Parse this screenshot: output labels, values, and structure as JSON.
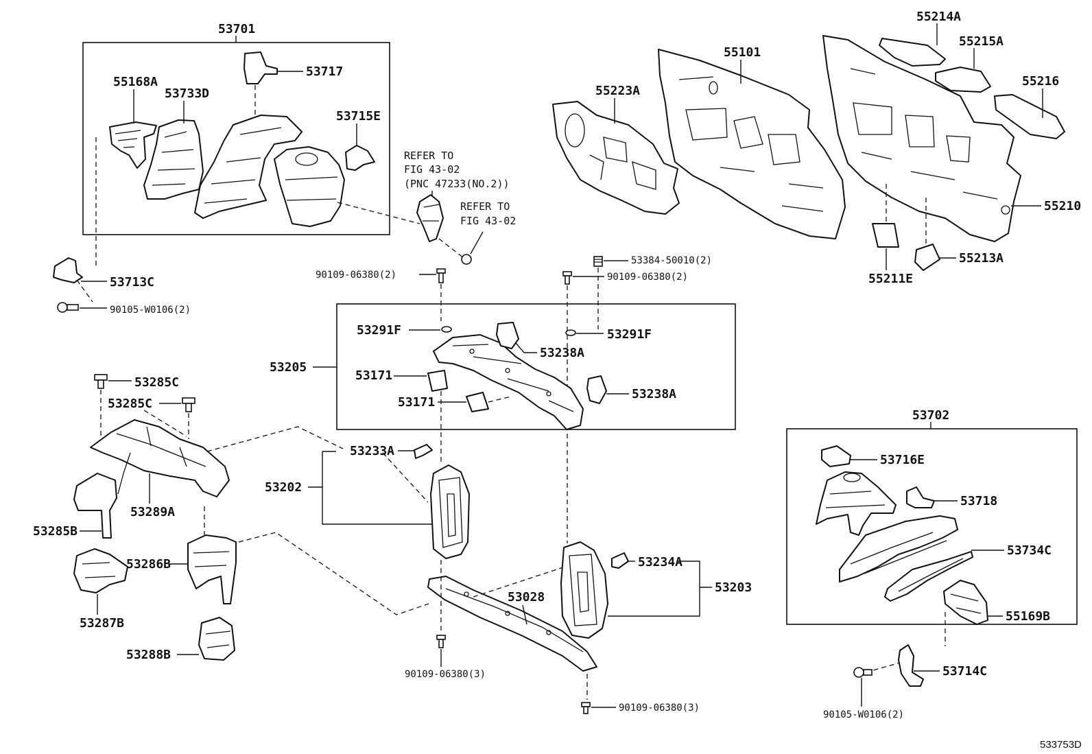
{
  "diagram_id": "533753D",
  "groups": {
    "g53701": "53701",
    "g53702": "53702",
    "g53205": "53205",
    "g53202": "53202",
    "g53203": "53203"
  },
  "notes": {
    "refer1_line1": "REFER TO",
    "refer1_line2": "FIG 43-02",
    "refer1_line3": "(PNC 47233(NO.2))",
    "refer2_line1": "REFER TO",
    "refer2_line2": "FIG 43-02"
  },
  "parts": {
    "p55168A": "55168A",
    "p53733D": "53733D",
    "p53717": "53717",
    "p53715E": "53715E",
    "p53713C": "53713C",
    "p90105_left": "90105-W0106(2)",
    "p55223A": "55223A",
    "p55101": "55101",
    "p55214A": "55214A",
    "p55215A": "55215A",
    "p55216": "55216",
    "p55210": "55210",
    "p55211E": "55211E",
    "p55213A": "55213A",
    "p90109_a": "90109-06380(2)",
    "p53384": "53384-50010(2)",
    "p90109_b": "90109-06380(2)",
    "p53291F_l": "53291F",
    "p53291F_r": "53291F",
    "p53238A_t": "53238A",
    "p53238A_b": "53238A",
    "p53171_t": "53171",
    "p53171_b": "53171",
    "p53285C_t": "53285C",
    "p53285C_b": "53285C",
    "p53233A": "53233A",
    "p53289A": "53289A",
    "p53285B": "53285B",
    "p53286B": "53286B",
    "p53287B": "53287B",
    "p53288B": "53288B",
    "p53028": "53028",
    "p53234A": "53234A",
    "p90109_c": "90109-06380(3)",
    "p90109_d": "90109-06380(3)",
    "p53716E": "53716E",
    "p53718": "53718",
    "p53734C": "53734C",
    "p55169B": "55169B",
    "p53714C": "53714C",
    "p90105_right": "90105-W0106(2)"
  }
}
